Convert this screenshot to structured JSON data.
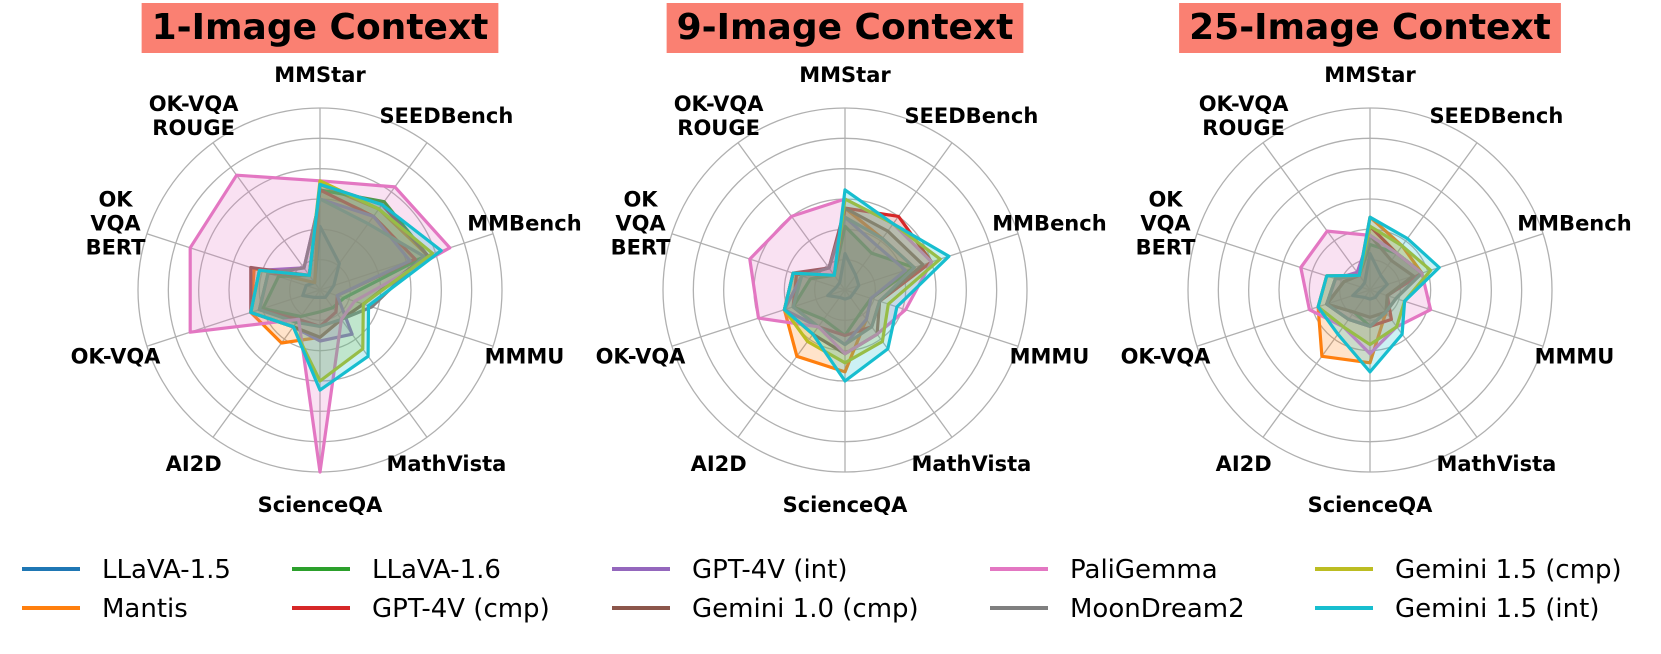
{
  "chart_data": [
    {
      "type": "radar",
      "title": "1-Image Context",
      "axes": [
        "MMStar",
        "SEEDBench",
        "MMBench",
        "MMMU",
        "MathVista",
        "ScienceQA",
        "AI2D",
        "OK-VQA",
        "OK\nVQA\nBERT",
        "OK-VQA\nROUGE"
      ],
      "rmax": 100,
      "series": [
        {
          "name": "LLaVA-1.5",
          "values": [
            35,
            18,
            8,
            5,
            5,
            4,
            5,
            10,
            8,
            5
          ]
        },
        {
          "name": "Mantis",
          "values": [
            58,
            55,
            62,
            25,
            20,
            26,
            36,
            40,
            38,
            5
          ]
        },
        {
          "name": "LLaVA-1.6",
          "values": [
            55,
            60,
            62,
            14,
            12,
            12,
            18,
            33,
            24,
            10
          ]
        },
        {
          "name": "GPT-4V (cmp)",
          "values": [
            55,
            50,
            55,
            10,
            15,
            20,
            20,
            35,
            30,
            10
          ]
        },
        {
          "name": "GPT-4V (int)",
          "values": [
            50,
            50,
            52,
            10,
            30,
            28,
            25,
            40,
            35,
            15
          ]
        },
        {
          "name": "Gemini 1.0 (cmp)",
          "values": [
            58,
            58,
            62,
            25,
            20,
            26,
            25,
            40,
            40,
            10
          ]
        },
        {
          "name": "MoonDream2",
          "values": [
            50,
            45,
            60,
            30,
            20,
            20,
            22,
            35,
            30,
            15
          ]
        },
        {
          "name": "PaliGemma",
          "values": [
            60,
            70,
            75,
            20,
            20,
            100,
            20,
            75,
            75,
            78
          ]
        },
        {
          "name": "Gemini 1.5 (cmp)",
          "values": [
            60,
            55,
            65,
            25,
            40,
            50,
            25,
            40,
            35,
            10
          ]
        },
        {
          "name": "Gemini 1.5 (int)",
          "values": [
            58,
            58,
            70,
            28,
            45,
            55,
            25,
            40,
            35,
            10
          ]
        }
      ]
    },
    {
      "type": "radar",
      "title": "9-Image Context",
      "axes": [
        "MMStar",
        "SEEDBench",
        "MMBench",
        "MMMU",
        "MathVista",
        "ScienceQA",
        "AI2D",
        "OK-VQA",
        "OK\nVQA\nBERT",
        "OK-VQA\nROUGE"
      ],
      "rmax": 100,
      "series": [
        {
          "name": "LLaVA-1.5",
          "values": [
            20,
            10,
            8,
            5,
            5,
            5,
            5,
            10,
            5,
            5
          ]
        },
        {
          "name": "Mantis",
          "values": [
            45,
            35,
            40,
            15,
            20,
            45,
            45,
            35,
            30,
            10
          ]
        },
        {
          "name": "LLaVA-1.6",
          "values": [
            35,
            25,
            40,
            15,
            15,
            25,
            20,
            30,
            20,
            10
          ]
        },
        {
          "name": "GPT-4V (cmp)",
          "values": [
            45,
            50,
            50,
            20,
            25,
            25,
            25,
            30,
            28,
            10
          ]
        },
        {
          "name": "GPT-4V (int)",
          "values": [
            40,
            30,
            35,
            15,
            20,
            30,
            25,
            35,
            25,
            15
          ]
        },
        {
          "name": "Gemini 1.0 (cmp)",
          "values": [
            45,
            40,
            45,
            20,
            30,
            35,
            30,
            35,
            30,
            15
          ]
        },
        {
          "name": "MoonDream2",
          "values": [
            40,
            35,
            40,
            20,
            25,
            30,
            25,
            30,
            25,
            15
          ]
        },
        {
          "name": "PaliGemma",
          "values": [
            50,
            45,
            50,
            35,
            30,
            35,
            25,
            50,
            55,
            50
          ]
        },
        {
          "name": "Gemini 1.5 (cmp)",
          "values": [
            50,
            45,
            55,
            25,
            35,
            40,
            35,
            35,
            30,
            10
          ]
        },
        {
          "name": "Gemini 1.5 (int)",
          "values": [
            55,
            45,
            60,
            30,
            40,
            50,
            30,
            35,
            30,
            10
          ]
        }
      ]
    },
    {
      "type": "radar",
      "title": "25-Image Context",
      "axes": [
        "MMStar",
        "SEEDBench",
        "MMBench",
        "MMMU",
        "MathVista",
        "ScienceQA",
        "AI2D",
        "OK-VQA",
        "OK\nVQA\nBERT",
        "OK-VQA\nROUGE"
      ],
      "rmax": 100,
      "series": [
        {
          "name": "LLaVA-1.5",
          "values": [
            20,
            10,
            10,
            5,
            5,
            5,
            5,
            10,
            5,
            5
          ]
        },
        {
          "name": "Mantis",
          "values": [
            40,
            30,
            30,
            15,
            15,
            40,
            45,
            30,
            25,
            10
          ]
        },
        {
          "name": "LLaVA-1.6",
          "values": [
            25,
            25,
            30,
            10,
            15,
            20,
            15,
            25,
            15,
            10
          ]
        },
        {
          "name": "GPT-4V (cmp)",
          "values": [
            35,
            25,
            30,
            10,
            20,
            20,
            20,
            25,
            20,
            10
          ]
        },
        {
          "name": "GPT-4V (int)",
          "values": [
            30,
            25,
            30,
            15,
            15,
            20,
            20,
            25,
            20,
            12
          ]
        },
        {
          "name": "Gemini 1.0 (cmp)",
          "values": [
            30,
            20,
            25,
            10,
            15,
            15,
            15,
            25,
            15,
            10
          ]
        },
        {
          "name": "MoonDream2",
          "values": [
            30,
            25,
            30,
            15,
            15,
            20,
            20,
            25,
            20,
            10
          ]
        },
        {
          "name": "PaliGemma",
          "values": [
            30,
            25,
            30,
            35,
            25,
            35,
            25,
            35,
            40,
            40
          ]
        },
        {
          "name": "Gemini 1.5 (cmp)",
          "values": [
            35,
            30,
            35,
            20,
            25,
            30,
            25,
            30,
            25,
            10
          ]
        },
        {
          "name": "Gemini 1.5 (int)",
          "values": [
            40,
            35,
            40,
            20,
            30,
            45,
            30,
            30,
            25,
            10
          ]
        }
      ]
    }
  ],
  "legend": {
    "placement": "bottom",
    "entries": [
      {
        "name": "LLaVA-1.5",
        "color": "#1f77b4"
      },
      {
        "name": "LLaVA-1.6",
        "color": "#2ca02c"
      },
      {
        "name": "GPT-4V (int)",
        "color": "#9467bd"
      },
      {
        "name": "PaliGemma",
        "color": "#e377c2"
      },
      {
        "name": "Gemini 1.5 (cmp)",
        "color": "#bcbd22"
      },
      {
        "name": "Mantis",
        "color": "#ff7f0e"
      },
      {
        "name": "GPT-4V (cmp)",
        "color": "#d62728"
      },
      {
        "name": "Gemini 1.0 (cmp)",
        "color": "#8c564b"
      },
      {
        "name": "MoonDream2",
        "color": "#7f7f7f"
      },
      {
        "name": "Gemini 1.5 (int)",
        "color": "#17becf"
      }
    ]
  },
  "colors": {
    "LLaVA-1.5": "#1f77b4",
    "Mantis": "#ff7f0e",
    "LLaVA-1.6": "#2ca02c",
    "GPT-4V (cmp)": "#d62728",
    "GPT-4V (int)": "#9467bd",
    "Gemini 1.0 (cmp)": "#8c564b",
    "MoonDream2": "#7f7f7f",
    "PaliGemma": "#e377c2",
    "Gemini 1.5 (cmp)": "#bcbd22",
    "Gemini 1.5 (int)": "#17becf",
    "title_background": "#fa8072",
    "grid": "#b0b0b0"
  },
  "grid": true
}
